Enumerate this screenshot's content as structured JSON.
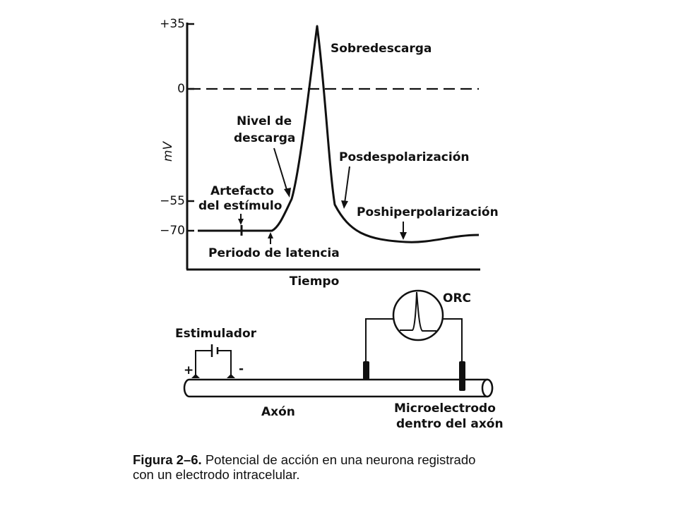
{
  "graph": {
    "y_ticks": [
      "+35",
      "0",
      "−55",
      "−70"
    ],
    "y_axis_label": "mV",
    "x_axis_label": "Tiempo",
    "annotations": {
      "overshoot": "Sobredescarga",
      "threshold_line1": "Nivel de",
      "threshold_line2": "descarga",
      "afterdepolarization": "Posdespolarización",
      "afterhyperpolarization": "Poshiperpolarización",
      "stimulus_artifact_line1": "Artefacto",
      "stimulus_artifact_line2": "del estímulo",
      "latency_period": "Periodo de latencia"
    }
  },
  "setup": {
    "oscilloscope_label": "ORC",
    "stimulator_label": "Estimulador",
    "plus_sign": "+",
    "minus_sign": "-",
    "axon_label": "Axón",
    "microelectrode_line1": "Microelectrodo",
    "microelectrode_line2": "dentro del axón"
  },
  "caption": {
    "figure_label": "Figura 2–6.",
    "text_line1": " Potencial de acción en una neurona registrado",
    "text_line2": "con un electrodo intracelular."
  }
}
